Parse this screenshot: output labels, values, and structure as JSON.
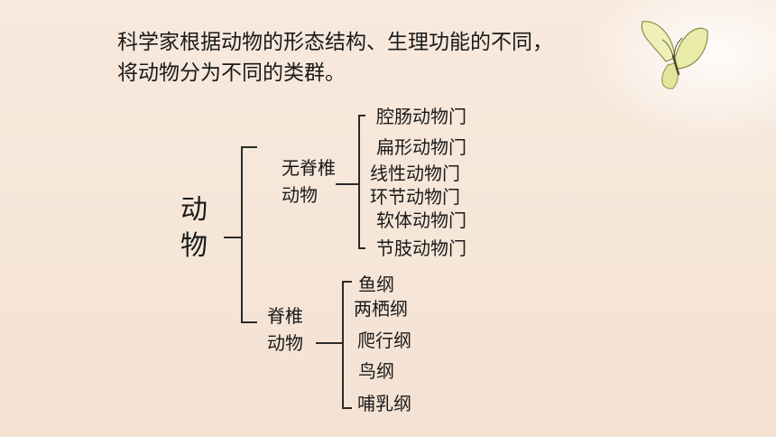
{
  "intro": {
    "line1": "科学家根据动物的形态结构、生理功能的不同，",
    "line2": "将动物分为不同的类群。"
  },
  "tree": {
    "root": {
      "char1": "动",
      "char2": "物"
    },
    "invertebrate": {
      "line1": "无脊椎",
      "line2": "动物",
      "items": [
        "腔肠动物门",
        "扁形动物门",
        "线性动物门",
        "环节动物门",
        "软体动物门",
        "节肢动物门"
      ]
    },
    "vertebrate": {
      "line1": "脊椎",
      "line2": "动物",
      "items": [
        "鱼纲",
        "两栖纲",
        "爬行纲",
        "鸟纲",
        "哺乳纲"
      ]
    }
  },
  "decor": {
    "icon": "butterfly-icon"
  }
}
